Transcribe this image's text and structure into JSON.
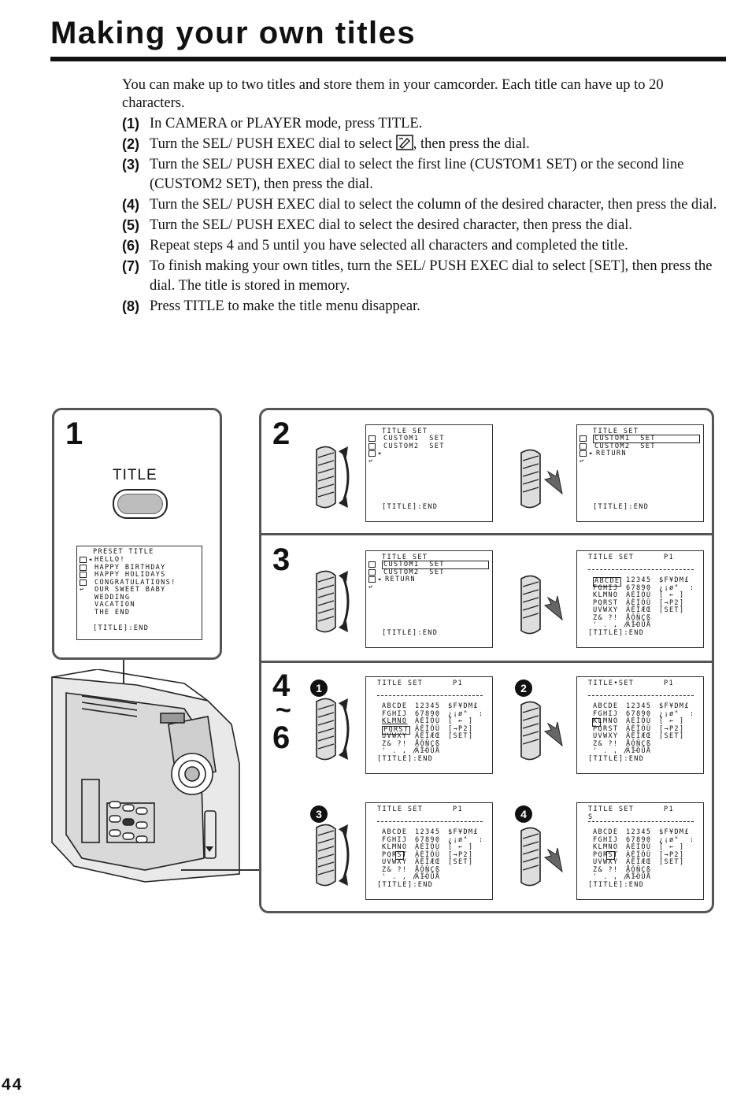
{
  "page": {
    "title": "Making your own titles",
    "page_number": "44",
    "intro": "You can make up to two titles and store them in your camcorder. Each title can have up to 20 characters.",
    "steps": [
      {
        "num": "(1)",
        "text": "In CAMERA or PLAYER mode, press TITLE."
      },
      {
        "num": "(2)",
        "text_a": "Turn the SEL/ PUSH EXEC dial to select ",
        "text_b": ", then press the dial."
      },
      {
        "num": "(3)",
        "text": "Turn the SEL/ PUSH EXEC dial to select the first line (CUSTOM1  SET) or the second line (CUSTOM2  SET), then press the dial."
      },
      {
        "num": "(4)",
        "text": "Turn the SEL/ PUSH EXEC dial to select the column of the desired character, then press the dial."
      },
      {
        "num": "(5)",
        "text": "Turn the SEL/ PUSH EXEC dial to select the desired character, then press the dial."
      },
      {
        "num": "(6)",
        "text": "Repeat steps 4 and 5 until you have selected all characters and completed the title."
      },
      {
        "num": "(7)",
        "text": "To finish making your own titles, turn the SEL/ PUSH EXEC dial to select [SET], then press the dial. The title is stored in memory."
      },
      {
        "num": "(8)",
        "text": "Press TITLE to make the title menu disappear."
      }
    ]
  },
  "figure": {
    "step1": "1",
    "step2": "2",
    "step3": "3",
    "step4": "4",
    "tilde": "~",
    "step6": "6",
    "button_label": "TITLE",
    "sub1": "1",
    "sub2": "2",
    "sub3": "3",
    "sub4": "4",
    "preset": {
      "header": "PRESET TITLE",
      "items": [
        "HELLO!",
        "HAPPY BIRTHDAY",
        "HAPPY HOLIDAYS",
        "CONGRATULATIONS!",
        "OUR SWEET BABY",
        "WEDDING",
        "VACATION",
        "THE END"
      ],
      "footer": "[TITLE]:END"
    },
    "menu": {
      "header": "TITLE SET",
      "custom1": "CUSTOM1  SET",
      "custom2": "CUSTOM2  SET",
      "return": "RETURN",
      "footer": "[TITLE]:END"
    },
    "charset": {
      "header": "TITLE SET",
      "header_dot": "TITLE•SET",
      "page": "P1",
      "rows": [
        [
          "ABCDE",
          "12345",
          "$F¥DM£"
        ],
        [
          "FGHIJ",
          "67890",
          "¿¡ø\"  :"
        ],
        [
          "KLMNO",
          "ÀÉÍÓÚ",
          "[ ← ]"
        ],
        [
          "PQRST",
          "ÂÊÎÔÛ",
          "[→P2]"
        ],
        [
          "UVWXY",
          "ÄËÏÆŒ",
          "[SET]"
        ],
        [
          "Z& ?!",
          "ÅÕÑÇß",
          ""
        ],
        [
          "' . , / –",
          "ÃÏÖÜÅ",
          ""
        ]
      ],
      "entry": "S",
      "footer": "[TITLE]:END"
    }
  }
}
